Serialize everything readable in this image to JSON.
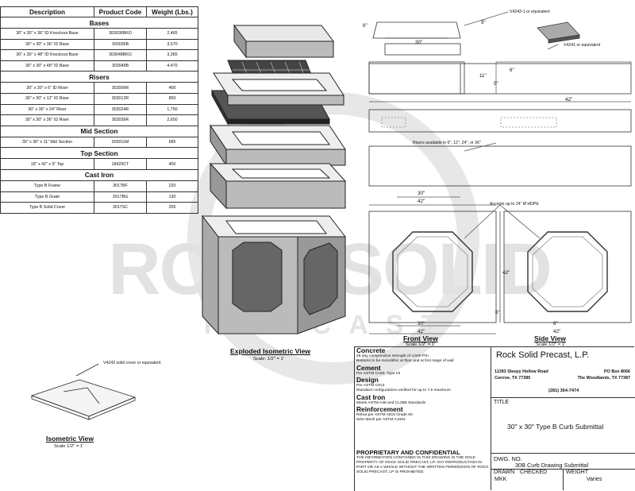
{
  "table": {
    "headers": [
      "Description",
      "Product Code",
      "Weight (Lbs.)"
    ],
    "sections": [
      {
        "title": "Bases",
        "rows": [
          [
            "30\" x 30\" x 36\" ID Knockout Base",
            "303036BKO",
            "2,465"
          ],
          [
            "30\" x 30\" x 36\" ID Base",
            "303036B",
            "3,570"
          ],
          [
            "30\" x 30\" x 48\" ID Knockout Base",
            "303048BKO",
            "3,365"
          ],
          [
            "30\" x 30\" x 48\" ID Base",
            "303048B",
            "4,470"
          ]
        ]
      },
      {
        "title": "Risers",
        "rows": [
          [
            "30\" x 30\" x 6\" ID Riser",
            "303006R",
            "400"
          ],
          [
            "30\" x 30\" x 12\" ID Riser",
            "303012R",
            "850"
          ],
          [
            "30\" x 30\" x 24\" Riser",
            "303024R",
            "1,750"
          ],
          [
            "30\" x 30\" x 36\" ID Riser",
            "303036R",
            "2,650"
          ]
        ]
      },
      {
        "title": "Mid Section",
        "rows": [
          [
            "30\" x 30\" x 11\" Mid Section",
            "303011M",
            "585"
          ]
        ]
      },
      {
        "title": "Top Section",
        "rows": [
          [
            "18\" x 42\" x 9\" Top",
            "18429CT",
            "400"
          ]
        ]
      },
      {
        "title": "Cast Iron",
        "rows": [
          [
            "Type B Frame",
            "3017BF",
            "220"
          ],
          [
            "Type B Grate",
            "3017BG",
            "130"
          ],
          [
            "Type B Solid Cover",
            "3017SC",
            "255"
          ]
        ]
      }
    ]
  },
  "watermark": {
    "main": "ROCK SOLID",
    "sub": "PRECAST"
  },
  "views": {
    "exploded": {
      "title": "Exploded Isometric View",
      "scale": "Scale: 1/2\" = 1'"
    },
    "isometric": {
      "title": "Isometric View",
      "scale": "Scale 1/2\" = 1'",
      "callout": "V4243 solid cover or equivalent"
    },
    "front": {
      "title": "Front View",
      "scale": "Scale 1/2\" = 1'"
    },
    "side": {
      "title": "Side View",
      "scale": "Scale 1/2\" = 1'"
    }
  },
  "callouts": {
    "v4243_1": "V4243-1 or equivalent",
    "v4241": "V4241 or equivalent",
    "risers": "Risers available in 6\", 12\", 24\", or 36\"",
    "hdpe": "Accepts up to 24\" Ø HDPE"
  },
  "dims": {
    "d6a": "6\"",
    "d9": "9\"",
    "d30a": "30\"",
    "d11": "11\"",
    "d6b": "6\"",
    "d5": "5\"",
    "d42a": "42\"",
    "d30b": "30\"",
    "d42b": "42\"",
    "d42c": "42\"",
    "d6c": "6\"",
    "d30c": "30\"",
    "d42d": "42\"",
    "d6d": "6\"",
    "d42e": "42\""
  },
  "specs": [
    {
      "heading": "Concrete",
      "lines": [
        "28 day compressive strength of 4,500 PSI",
        "Bottoms to be monolithic at floor and at first stage of wall"
      ]
    },
    {
      "heading": "Cement",
      "lines": [
        "Per ASTM C150; Type I/II"
      ]
    },
    {
      "heading": "Design",
      "lines": [
        "Per ASTM C913",
        "Standard configurations verified for up to 7.5 maximum"
      ]
    },
    {
      "heading": "Cast Iron",
      "lines": [
        "Meets ASTM A48 and CL35B Standards"
      ]
    },
    {
      "heading": "Reinforcement",
      "lines": [
        "Rebar per ASTM A615 Grade 60",
        "Wire Mesh per ASTM A1064"
      ]
    }
  ],
  "proprietary": {
    "heading": "PROPRIETARY AND CONFIDENTIAL",
    "text": "THE INFORMATION CONTAINED IN THIS DRAWING IS THE SOLE PROPERTY OF ROCK SOLID PRECAST, LP. ANY REPRODUCTION IN PART OR AS A WHOLE WITHOUT THE WRITTEN PERMISSION OF ROCK SOLID PRECAST, LP IS PROHIBITED."
  },
  "titleblock": {
    "company": "Rock Solid Precast, L.P.",
    "addr_left_1": "11393 Sleepy Hollow Road",
    "addr_left_2": "Conroe, TX 77385",
    "addr_right_1": "PO Box 8066",
    "addr_right_2": "The Woodlands, TX 77387",
    "phone": "(281) 364-7474",
    "title_label": "TITLE",
    "title": "30\" x 30\" Type B Curb Submittal",
    "dwg_label": "DWG. NO.",
    "dwg": "30B Curb Drawing Submittal",
    "drawn_label": "DRAWN",
    "checked_label": "CHECKED",
    "weight_label": "WEIGHT",
    "drawn": "MKK",
    "weight": "Varies"
  }
}
